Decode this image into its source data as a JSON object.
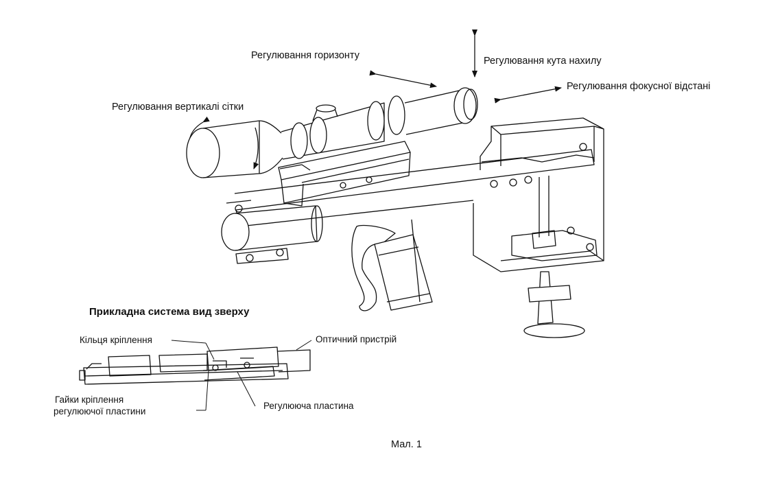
{
  "labels": {
    "horizon": "Регулювання горизонту",
    "tilt": "Регулювання кута нахилу",
    "focus": "Регулювання фокусної відстані",
    "vertical": "Регулювання вертикалі сітки"
  },
  "top_view": {
    "heading": "Прикладна система вид зверху",
    "rings": "Кільця кріплення",
    "optic": "Оптичний пристрій",
    "nuts_line1": "Гайки кріплення",
    "nuts_line2": "регулюючої пластини",
    "plate": "Регулююча пластина"
  },
  "caption": "Мал. 1"
}
